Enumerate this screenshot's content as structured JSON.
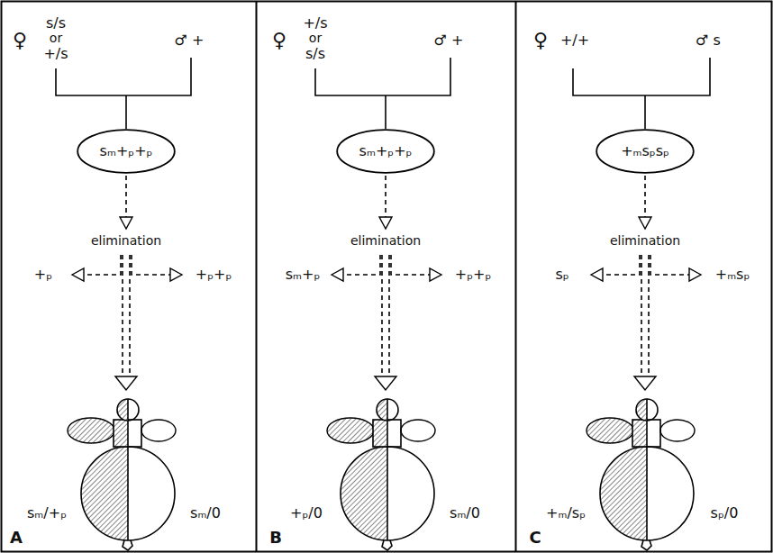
{
  "diagram": {
    "nodes": [
      {
        "text": [
          "sₘ+ₚ+ₚ"
        ]
      },
      {
        "text": [
          "sₘ+ₚ+ₚ"
        ]
      },
      {
        "text": [
          "+ₘsₚsₚ"
        ]
      }
    ],
    "labels": [
      "♀",
      "s/s",
      "or",
      "+/s",
      "♂ +",
      "elimination",
      "+ₚ",
      "+ₚ+ₚ",
      "sₘ/+ₚ",
      "sₘ/0",
      "A",
      "♀",
      "+/s",
      "or",
      "s/s",
      "♂ +",
      "elimination",
      "sₘ+ₚ",
      "+ₚ+ₚ",
      "+ₚ/0",
      "sₘ/0",
      "B",
      "♀",
      "+/+",
      "♂ s",
      "elimination",
      "sₚ",
      "+ₘsₚ",
      "+ₘ/sₚ",
      "sₚ/0",
      "C"
    ]
  }
}
